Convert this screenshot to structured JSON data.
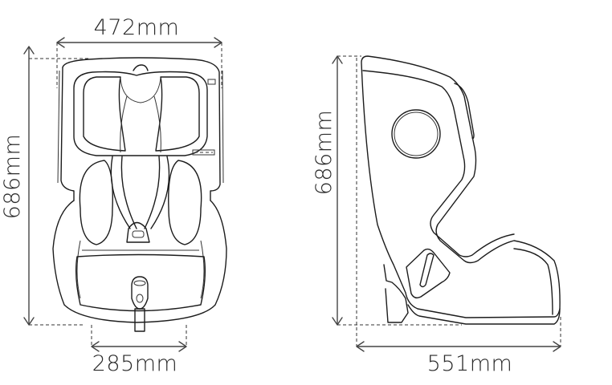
{
  "diagram": {
    "subject": "car seat dimensions",
    "front_view": {
      "width_top_label": "472mm",
      "height_label": "686mm",
      "base_width_label": "285mm"
    },
    "side_view": {
      "height_label": "686mm",
      "depth_label": "551mm"
    },
    "colors": {
      "line": "#1c1c1c",
      "dimension": "#444444",
      "text": "#2a2a2a",
      "background": "#ffffff"
    }
  }
}
